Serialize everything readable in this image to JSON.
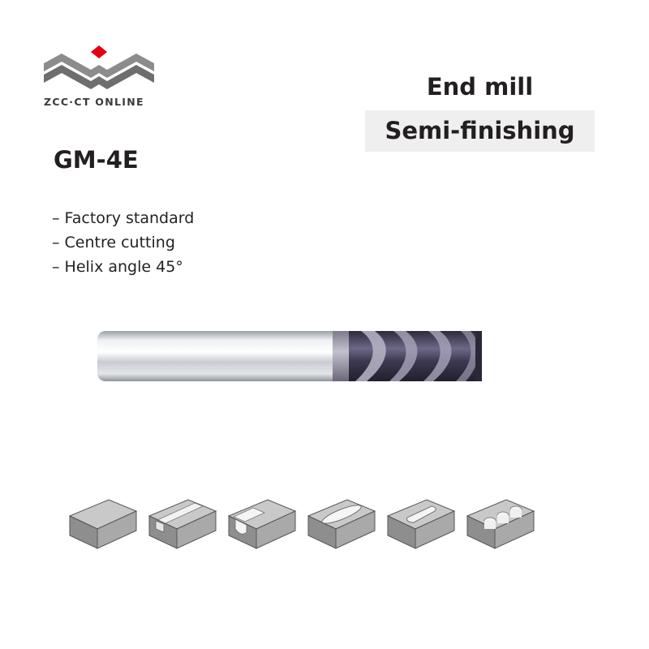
{
  "brand": {
    "name": "ZCC·CT ONLINE",
    "accent": "#e60012",
    "logo_gray": "#8c8c8c"
  },
  "header": {
    "product_type": "End mill",
    "application": "Semi-finishing"
  },
  "product": {
    "model": "GM-4E",
    "features": [
      "– Factory standard",
      "– Centre cutting",
      "– Helix angle 45°"
    ]
  },
  "machining_operations": {
    "icons": [
      "flat-surface-block-icon",
      "shoulder-slot-block-icon",
      "u-slot-block-icon",
      "closed-pocket-block-icon",
      "tapered-pocket-block-icon",
      "drilled-holes-block-icon"
    ]
  },
  "colors": {
    "shank": "#d6d9dc",
    "flute_coating": "#4b4660",
    "block_top": "#c9c9c9",
    "block_front": "#8e8e8e",
    "block_side": "#a9a9a9"
  }
}
